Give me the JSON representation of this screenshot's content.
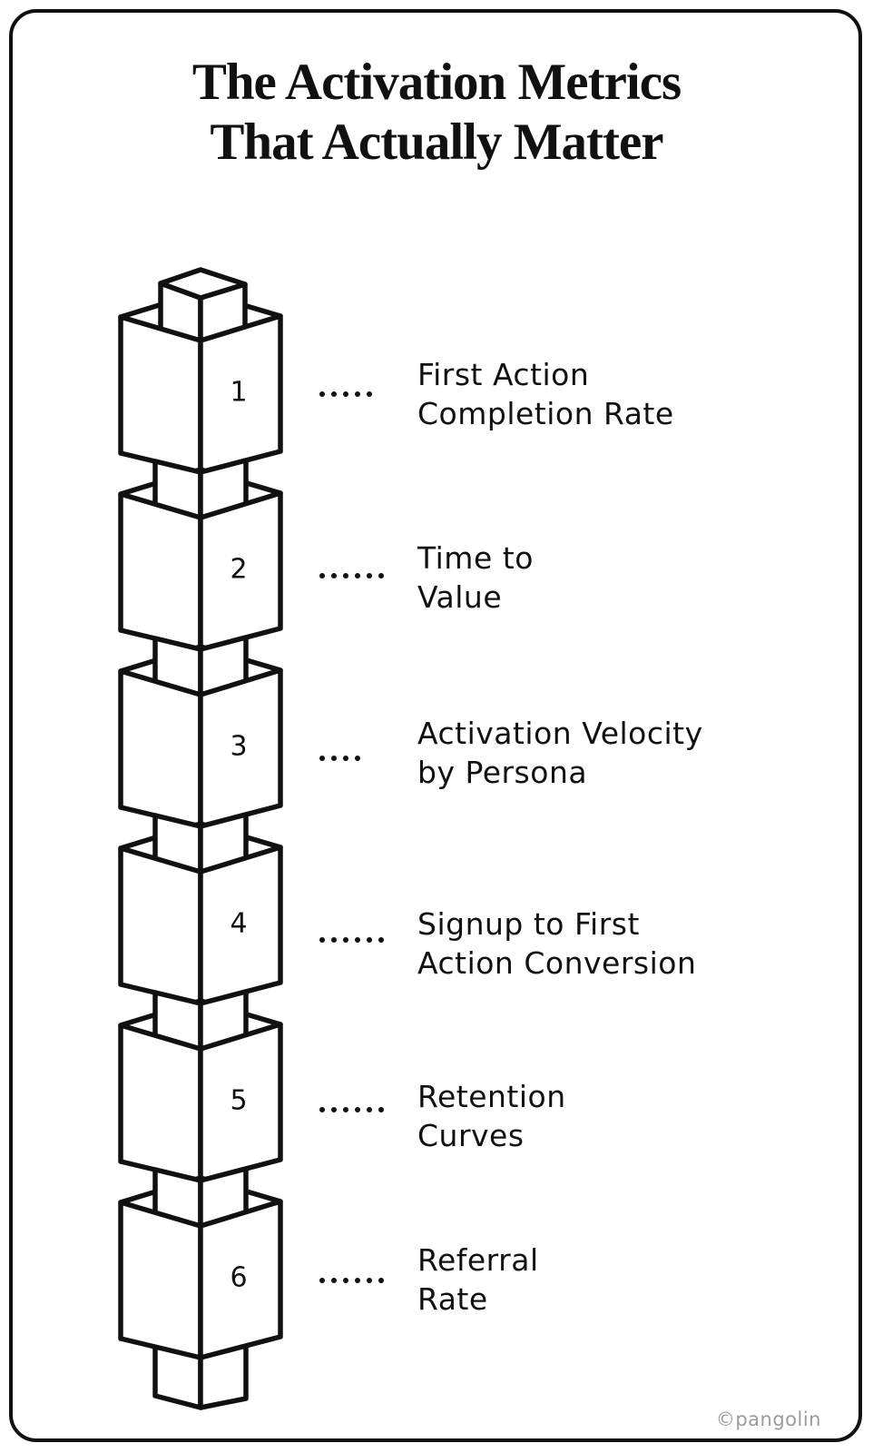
{
  "page": {
    "title_line1": "The Activation Metrics",
    "title_line2": "That Actually Matter",
    "watermark": "©pangolin"
  },
  "colors": {
    "ink": "#111111",
    "paper": "#ffffff",
    "watermark_gray": "#9b9b9b"
  },
  "diagram": {
    "type": "stacked-building-blocks",
    "items": [
      {
        "number": "1",
        "label_line1": "First Action",
        "label_line2": "Completion Rate",
        "dots": 5
      },
      {
        "number": "2",
        "label_line1": "Time to",
        "label_line2": "Value",
        "dots": 6
      },
      {
        "number": "3",
        "label_line1": "Activation Velocity",
        "label_line2": "by Persona",
        "dots": 4
      },
      {
        "number": "4",
        "label_line1": "Signup to First",
        "label_line2": "Action Conversion",
        "dots": 6
      },
      {
        "number": "5",
        "label_line1": "Retention",
        "label_line2": "Curves",
        "dots": 6
      },
      {
        "number": "6",
        "label_line1": "Referral",
        "label_line2": "Rate",
        "dots": 6
      }
    ]
  }
}
